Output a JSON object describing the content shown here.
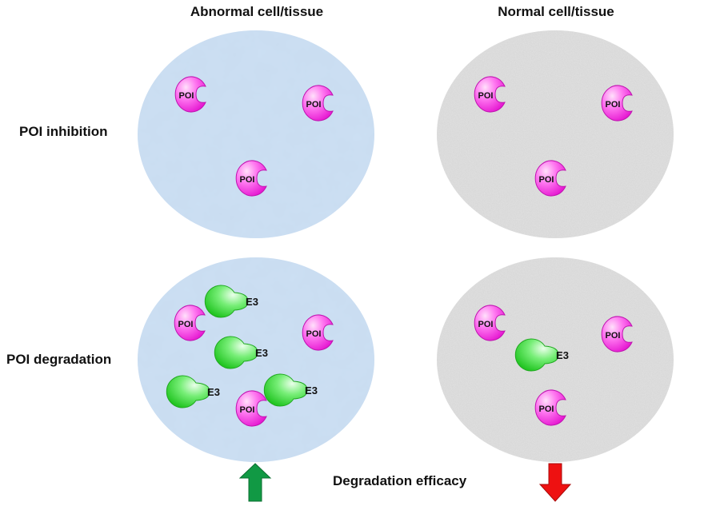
{
  "columns": {
    "abnormal": "Abnormal cell/tissue",
    "normal": "Normal cell/tissue"
  },
  "rows": {
    "inhibition": "POI inhibition",
    "degradation": "POI degradation"
  },
  "molecules": {
    "poi_label": "POI",
    "e3_label": "E3"
  },
  "footer": {
    "efficacy_label": "Degradation efficacy",
    "abnormal_arrow": "up",
    "normal_arrow": "down"
  },
  "colors": {
    "abnormal_cell": "#c9dcf0",
    "normal_cell": "#e2e2e2",
    "poi": "#ff55ee",
    "e3": "#66ee66",
    "arrow_up": "#119944",
    "arrow_down": "#ee1111"
  }
}
